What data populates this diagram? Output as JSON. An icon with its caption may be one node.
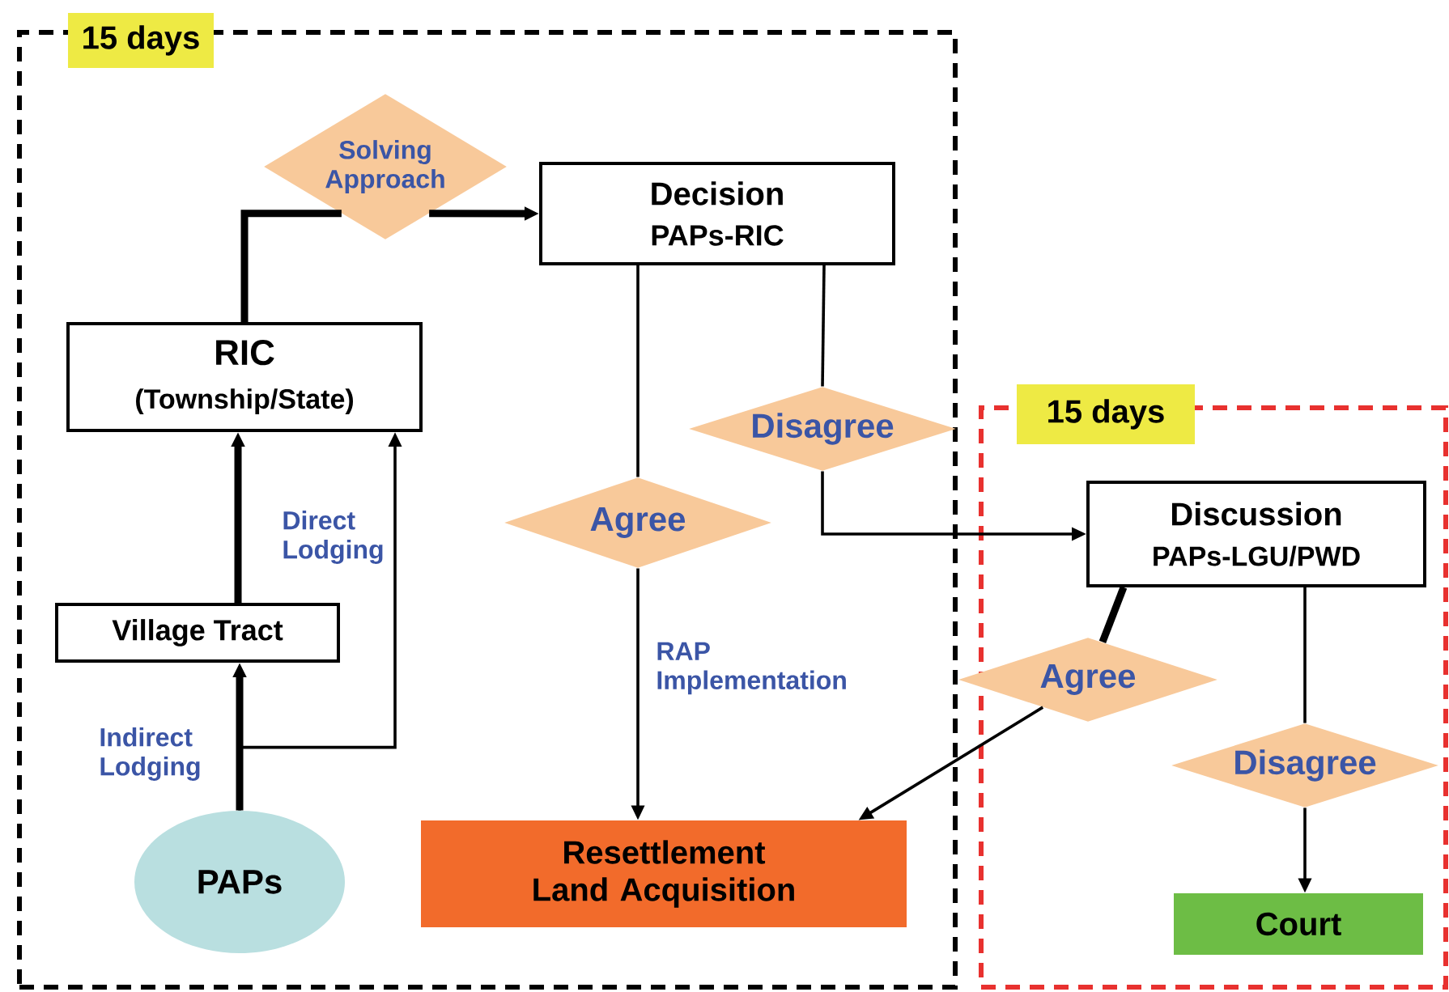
{
  "diagram": {
    "nodes": [
      {
        "text": [
          "15 days"
        ]
      },
      {
        "text": [
          "15 days"
        ]
      },
      {
        "text": [
          "Solving Approach"
        ],
        "in": 0
      },
      {
        "text": [
          "Decision",
          "PAPs-RIC"
        ],
        "in": 0
      },
      {
        "text": [
          "RIC",
          "(Township/State)"
        ],
        "in": 0
      },
      {
        "text": [
          "Disagree"
        ],
        "in": 0
      },
      {
        "text": [
          "Agree"
        ],
        "in": 0
      },
      {
        "text": [
          "Discussion",
          "PAPs-LGU/PWD"
        ],
        "in": 1
      },
      {
        "text": [
          "Village Tract"
        ],
        "in": 0
      },
      {
        "text": [
          "Agree"
        ]
      },
      {
        "text": [
          "Disagree"
        ],
        "in": 1
      },
      {
        "text": [
          "PAPs"
        ],
        "in": 0
      },
      {
        "text": [
          "Resettlement Land Acquisition"
        ],
        "in": 0
      },
      {
        "text": [
          "Court"
        ],
        "in": 1
      }
    ],
    "edges": [
      {
        "from": 4,
        "to": 2,
        "arrow": "none",
        "style": "thick"
      },
      {
        "from": 2,
        "to": 3,
        "arrow": "to",
        "style": "thick"
      },
      {
        "from": 3,
        "to": 6,
        "arrow": "none"
      },
      {
        "from": 6,
        "to": 12,
        "arrow": "to",
        "label": "RAP Implementation"
      },
      {
        "from": 3,
        "to": 5,
        "arrow": "none"
      },
      {
        "from": 5,
        "to": 7,
        "arrow": "to"
      },
      {
        "from": 7,
        "to": 9,
        "arrow": "none",
        "style": "thick"
      },
      {
        "from": 9,
        "to": 12,
        "arrow": "to"
      },
      {
        "from": 7,
        "to": 10,
        "arrow": "none"
      },
      {
        "from": 10,
        "to": 13,
        "arrow": "to"
      },
      {
        "from": 11,
        "to": 8,
        "arrow": "to",
        "style": "thick",
        "label": "Indirect Lodging"
      },
      {
        "from": 8,
        "to": 4,
        "arrow": "to",
        "style": "thick"
      },
      {
        "from": 11,
        "to": 4,
        "arrow": "to",
        "label": "Direct Lodging"
      }
    ]
  }
}
